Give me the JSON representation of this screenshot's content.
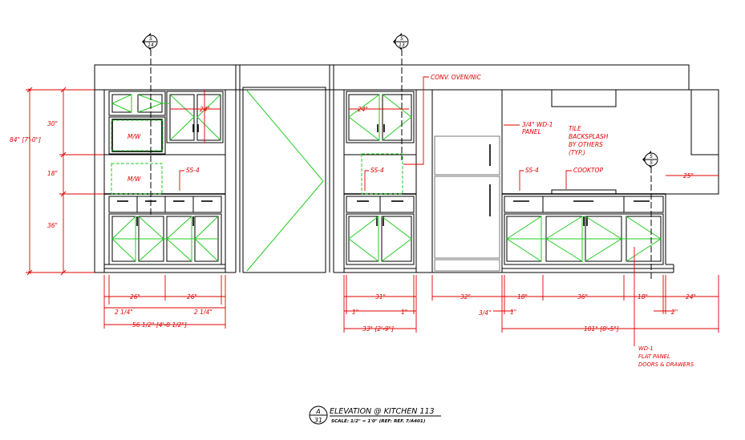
{
  "drawing": {
    "title": "ELEVATION @ KITCHEN 113",
    "scale_note": "SCALE: 1/2\" = 1'0\" (REF: REF. 7/A401)",
    "title_tag": {
      "top": "A",
      "bottom": "31"
    },
    "section_tags": [
      {
        "top": "S",
        "bottom": "14"
      },
      {
        "top": "S",
        "bottom": "13"
      },
      {
        "top": "S",
        "bottom": "5"
      }
    ],
    "dimensions": {
      "overall_height": "84\" [7'-0\"]",
      "upper_height": "30\"",
      "mid_height": "18\"",
      "base_height": "36\"",
      "left_upper_door_width": "24\"",
      "mid_upper_door_width": "24\"",
      "right_counter_depth": "25\"",
      "left_bay_1": "26\"",
      "left_bay_2": "26\"",
      "left_margin_l": "2 1/4\"",
      "left_margin_r": "2 1/4\"",
      "left_total": "56 1/2\" [4'-8 1/2\"]",
      "mid_bay": "31\"",
      "mid_margin_l": "1\"",
      "mid_margin_r": "1\"",
      "mid_total": "33\" [2'-9\"]",
      "fridge_width": "32\"",
      "right_bay_1": "18\"",
      "right_bay_2": "36\"",
      "right_bay_3": "18\"",
      "right_bay_4": "24\"",
      "fridge_gap": "3/4\"",
      "right_margin_l": "1\"",
      "right_margin_r": "2\"",
      "right_total": "101\" [8'-5\"]"
    },
    "labels": {
      "microwave_upper": "M/W",
      "microwave_lower": "M/W",
      "counter_left": "SS-4",
      "counter_mid": "SS-4",
      "counter_right": "SS-4",
      "conv_oven": "CONV. OVEN/NIC",
      "panel_line1": "3/4\" WD-1",
      "panel_line2": "PANEL",
      "backsplash_1": "TILE",
      "backsplash_2": "BACKSPLASH",
      "backsplash_3": "BY OTHERS",
      "backsplash_4": "(TYP.)",
      "cooktop": "COOKTOP",
      "wd1_line1": "WD-1",
      "wd1_line2": "FLAT PANEL",
      "wd1_line3": "DOORS & DRAWERS"
    }
  }
}
